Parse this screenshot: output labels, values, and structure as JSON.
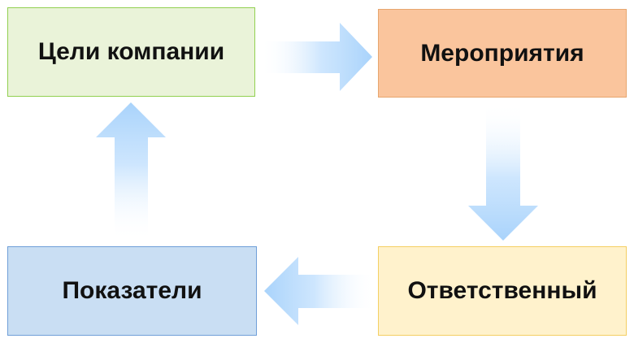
{
  "diagram": {
    "nodes": [
      {
        "id": "goals",
        "label": "Цели компании",
        "fill": "#eaf3d9"
      },
      {
        "id": "events",
        "label": "Мероприятия",
        "fill": "#fac59d"
      },
      {
        "id": "responsible",
        "label": "Ответственный",
        "fill": "#fff2cc"
      },
      {
        "id": "indicators",
        "label": "Показатели",
        "fill": "#c9def3"
      }
    ],
    "edges": [
      {
        "from": "goals",
        "to": "events"
      },
      {
        "from": "events",
        "to": "responsible"
      },
      {
        "from": "responsible",
        "to": "indicators"
      },
      {
        "from": "indicators",
        "to": "goals"
      }
    ],
    "arrow_color": "#a9d3fb"
  }
}
